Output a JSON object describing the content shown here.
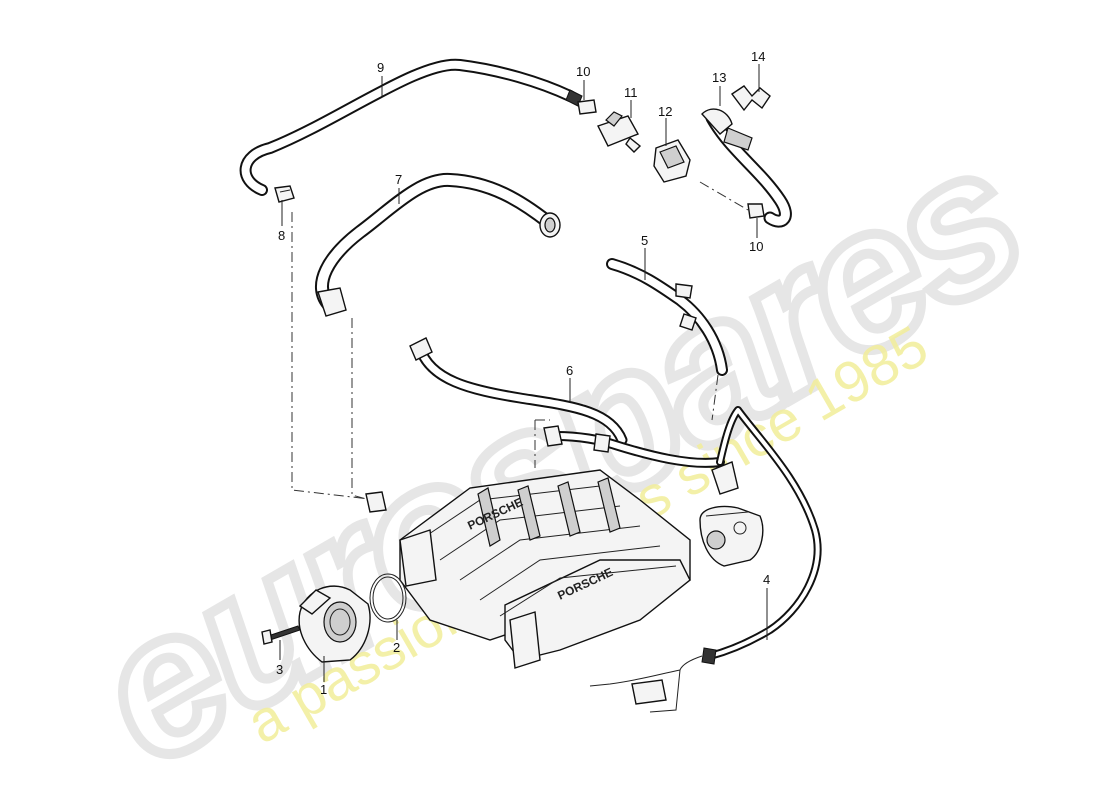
{
  "watermark": {
    "brand": "eurospares",
    "tagline": "a passion for parts since 1985",
    "brand_color": "#e6e6e6",
    "tagline_color": "#f2ee9a"
  },
  "callouts": {
    "c1": "1",
    "c2": "2",
    "c3": "3",
    "c4": "4",
    "c5": "5",
    "c6": "6",
    "c7": "7",
    "c8": "8",
    "c9": "9",
    "c10a": "10",
    "c10b": "10",
    "c11": "11",
    "c12": "12",
    "c13": "13",
    "c14": "14"
  },
  "manifold_brand": "PORSCHE"
}
